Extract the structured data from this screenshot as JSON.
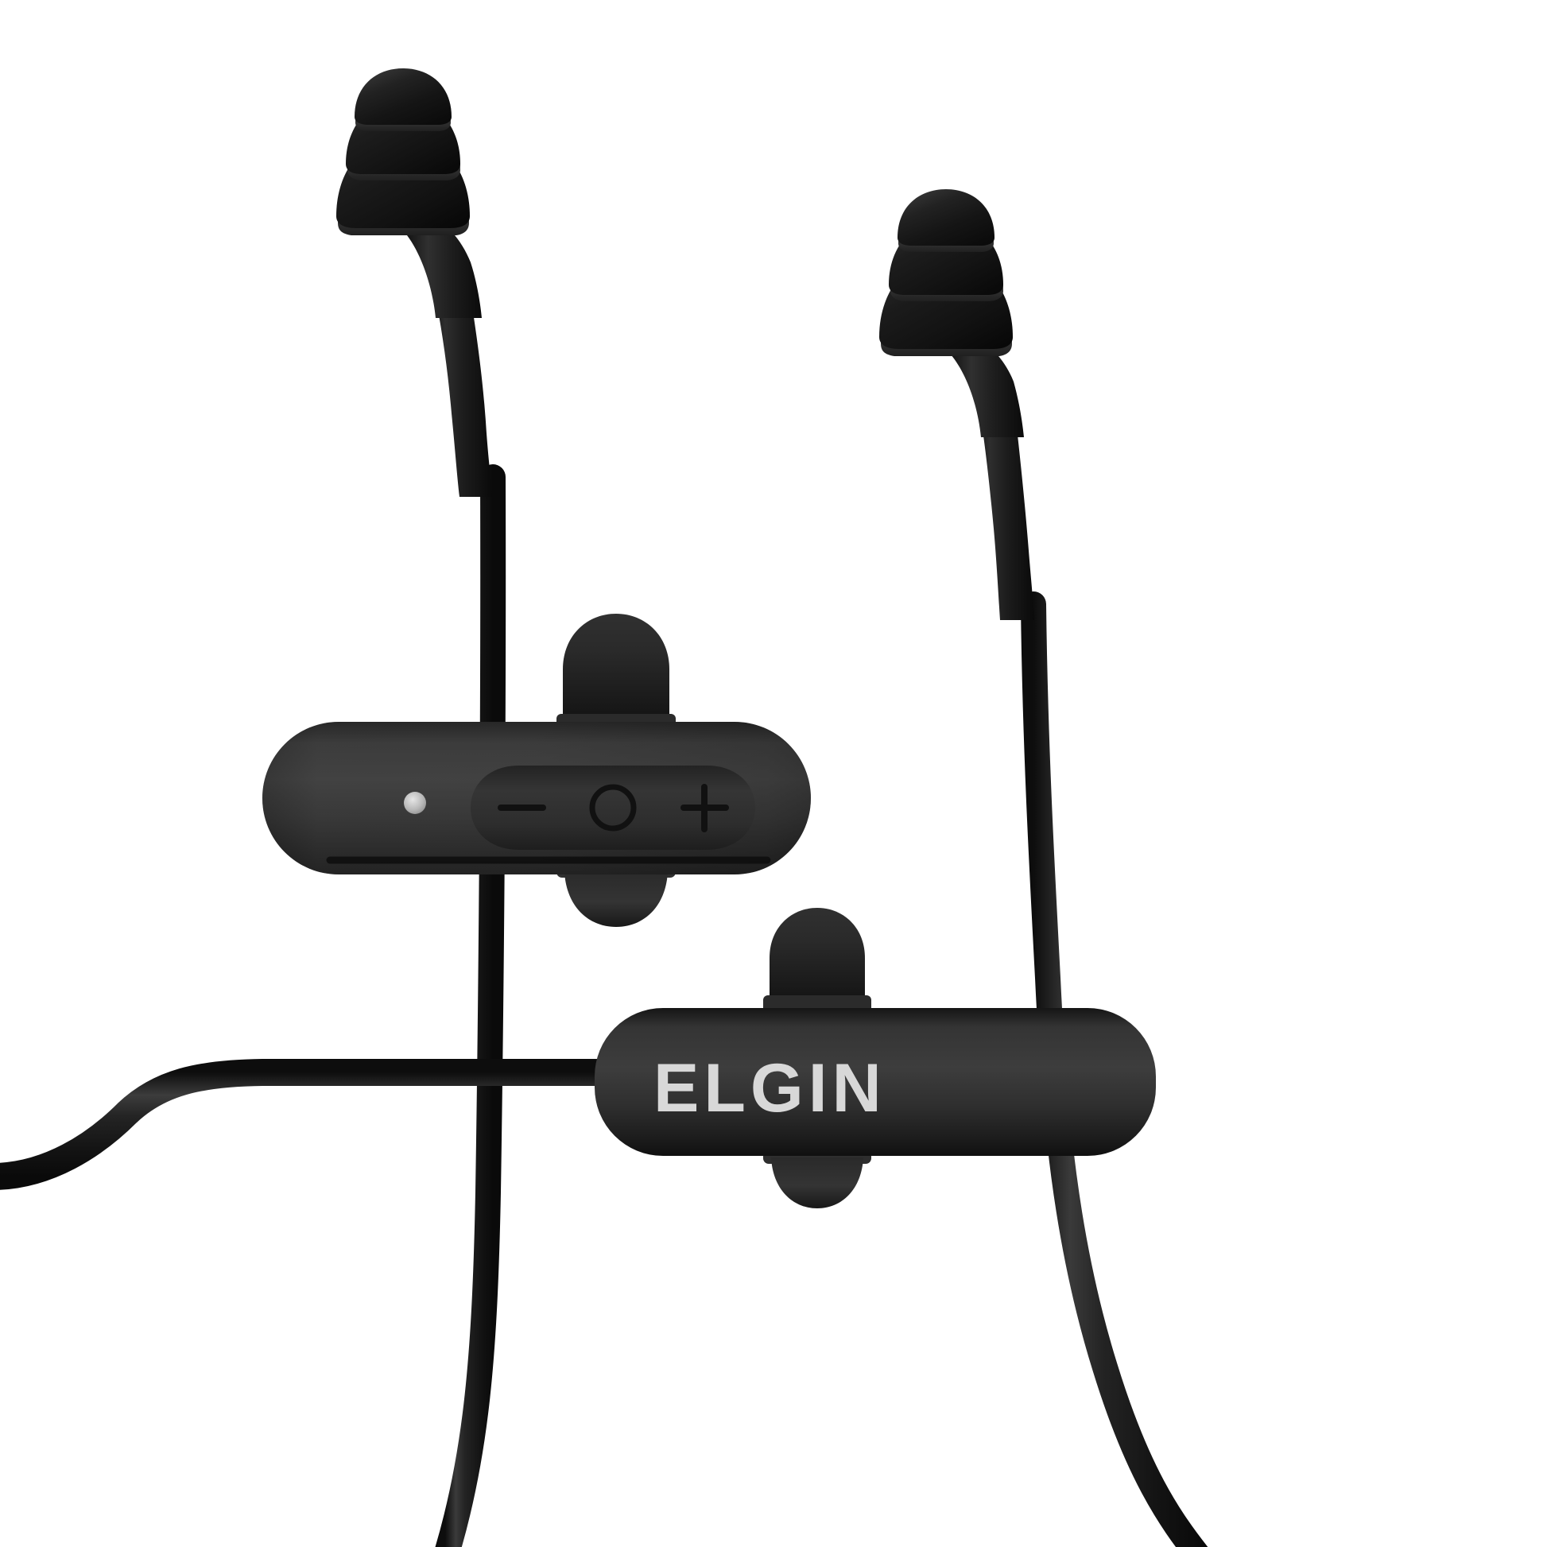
{
  "product": {
    "brand": "ELGIN",
    "type": "bluetooth-earbuds-product-photo",
    "background_color": "#ffffff",
    "body_color": "#1d1d1d",
    "cable_color": "#1a1a1a",
    "logo_color": "#d8d8d8",
    "led_color": "#b8b8b8"
  },
  "parts": {
    "left_earbud": {
      "name": "Left earbud with triple-flange eartip",
      "flange_count": 3
    },
    "right_earbud": {
      "name": "Right earbud with triple-flange eartip",
      "flange_count": 3
    },
    "control_module": {
      "name": "Inline remote control module",
      "clip": "shirt clip",
      "led_indicator": "status LED",
      "buttons": [
        {
          "id": "volume-down",
          "glyph": "−",
          "label": "Volume down"
        },
        {
          "id": "multifunction",
          "glyph": "○",
          "label": "Multifunction / power"
        },
        {
          "id": "volume-up",
          "glyph": "+",
          "label": "Volume up"
        }
      ]
    },
    "battery_module": {
      "name": "Battery module with brand label",
      "label": "ELGIN",
      "clip": "shirt clip"
    },
    "cables": [
      {
        "id": "upper-cable",
        "label": "Upper neck cable"
      },
      {
        "id": "lower-cable",
        "label": "Lower neck cable"
      },
      {
        "id": "left-earbud-lead",
        "label": "Left earbud lead"
      },
      {
        "id": "right-earbud-lead",
        "label": "Right earbud lead"
      }
    ]
  }
}
